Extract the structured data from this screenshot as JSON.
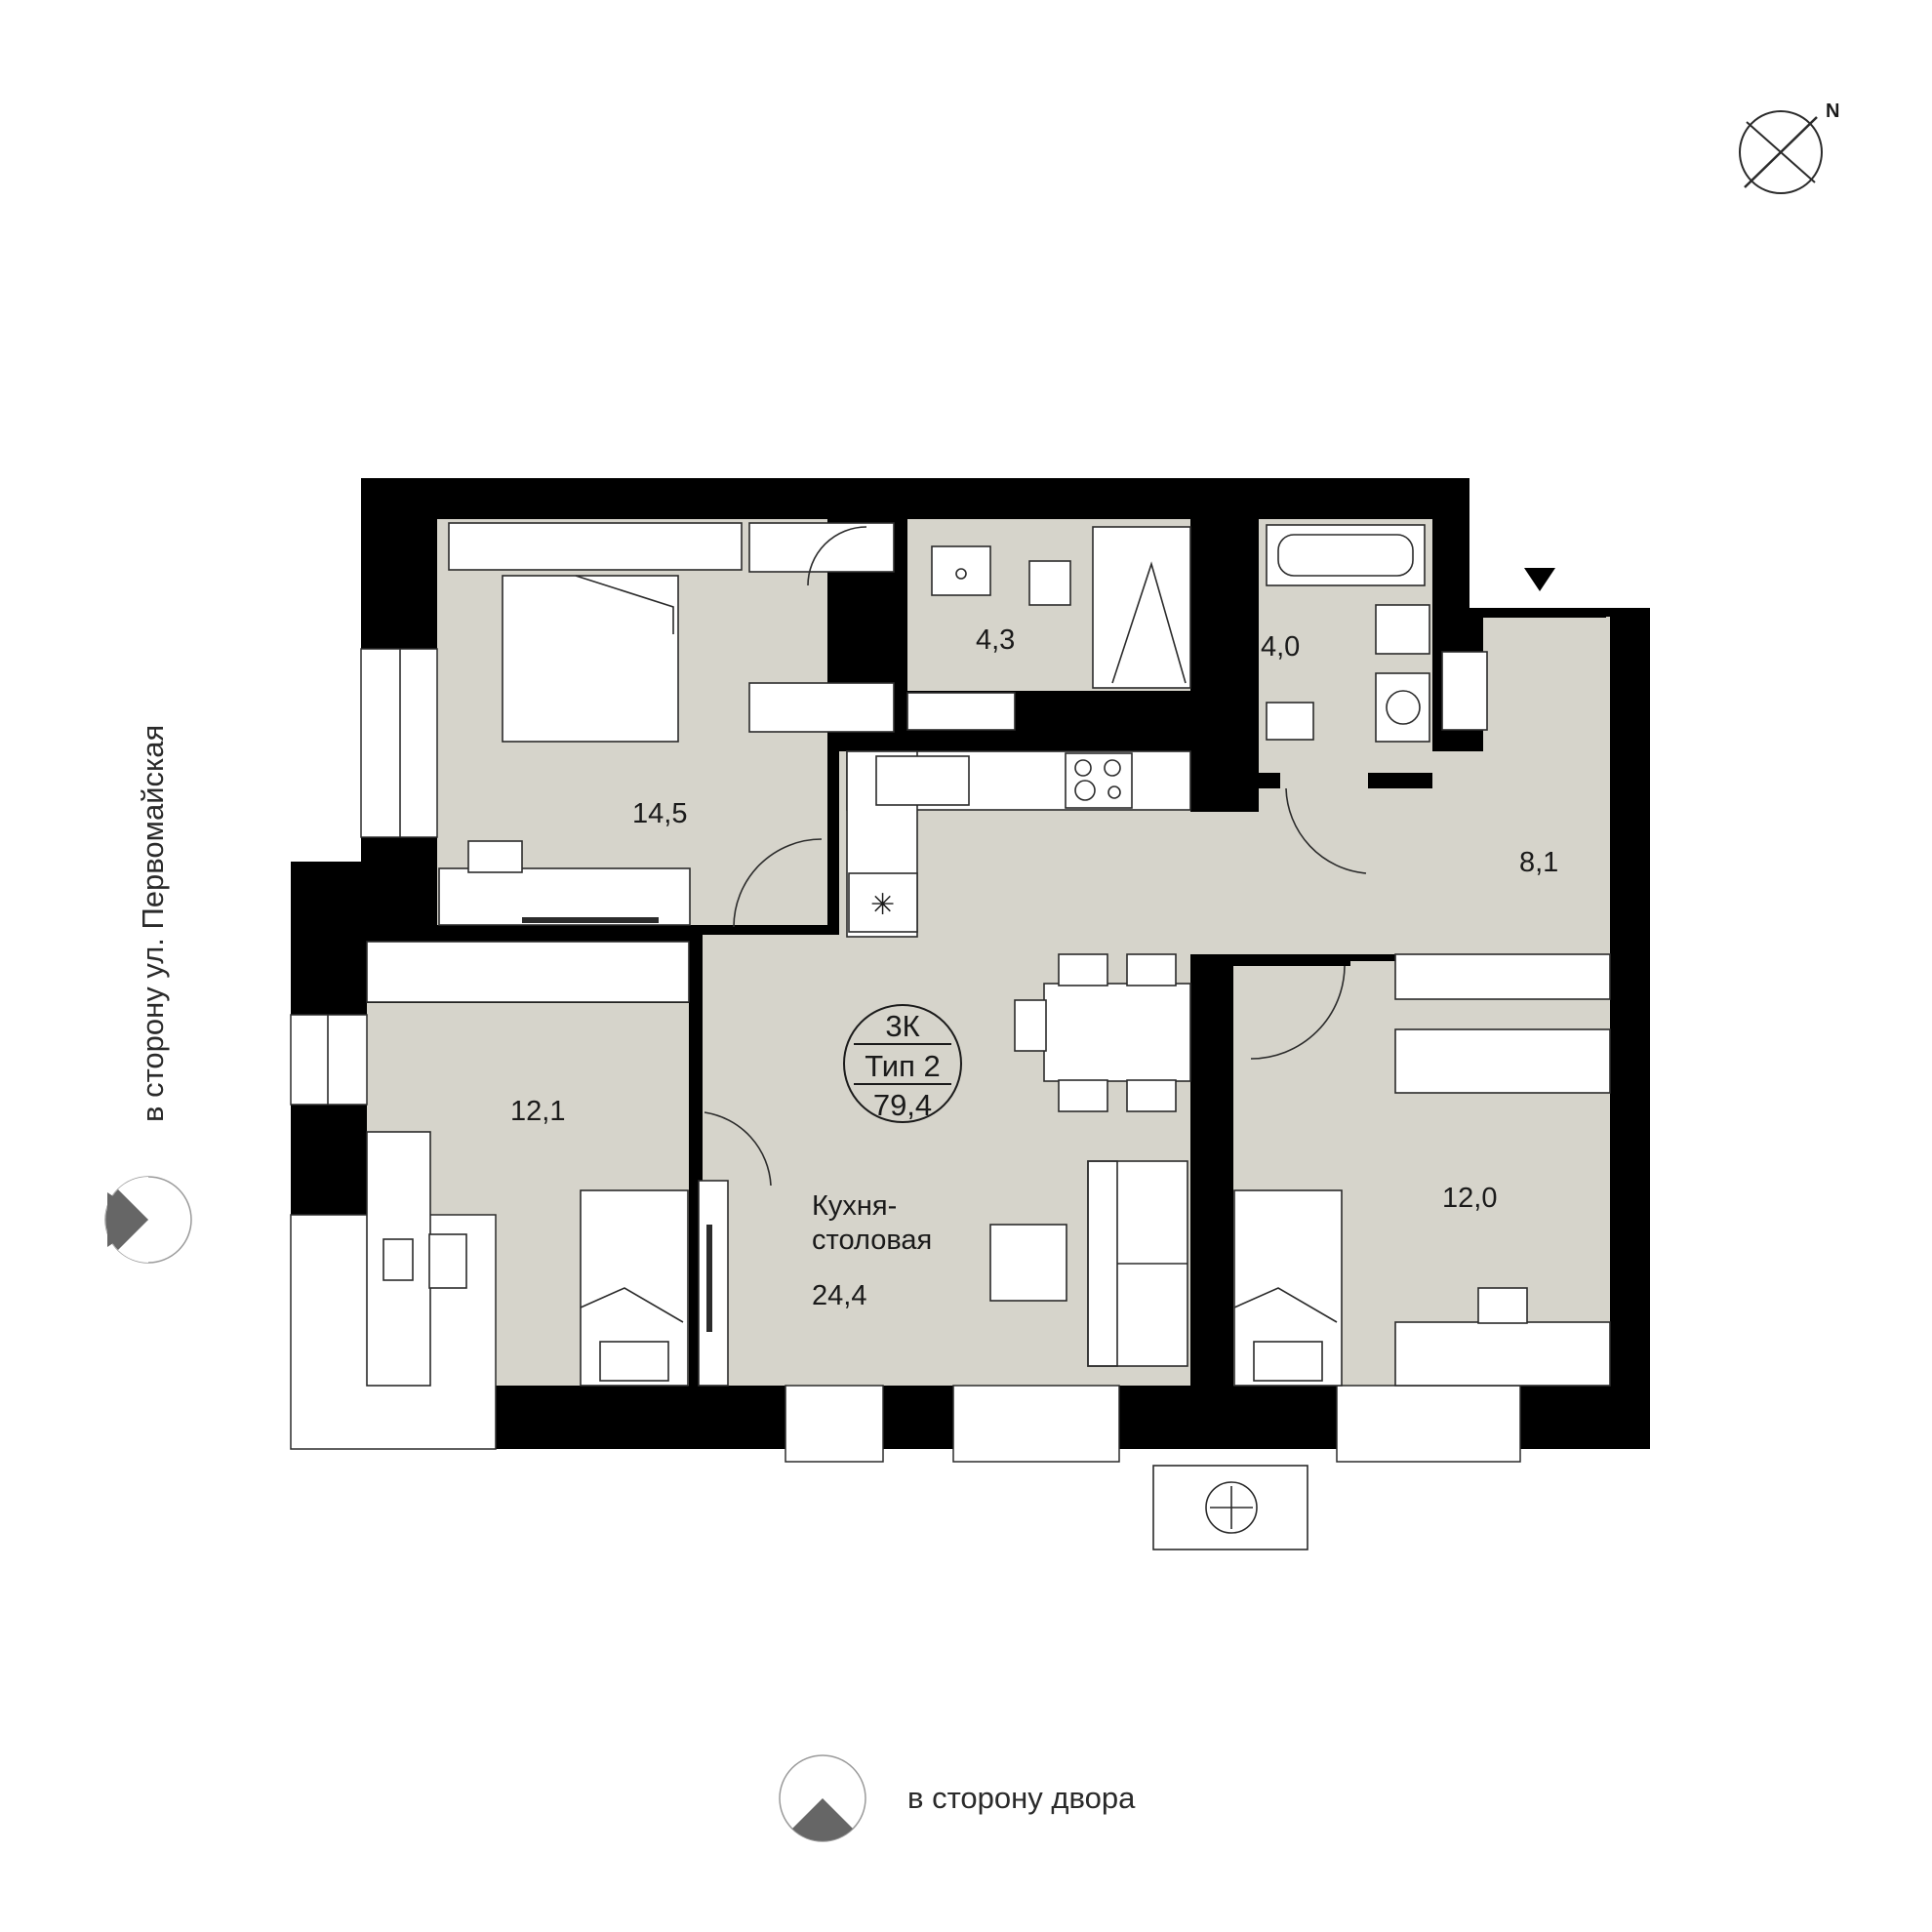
{
  "plan": {
    "apartment_type": "3К",
    "type_label": "Тип 2",
    "total_area": "79,4"
  },
  "rooms": {
    "bedroom_top": {
      "area": "14,5"
    },
    "bathroom_1": {
      "area": "4,3"
    },
    "bathroom_2": {
      "area": "4,0"
    },
    "hallway": {
      "area": "8,1"
    },
    "bedroom_left": {
      "area": "12,1"
    },
    "kitchen": {
      "name_line1": "Кухня-",
      "name_line2": "столовая",
      "area": "24,4"
    },
    "bedroom_right": {
      "area": "12,0"
    }
  },
  "orientation": {
    "compass_label": "N",
    "street_side_label": "в сторону ул. Первомайская",
    "yard_side_label": "в сторону двора"
  },
  "colors": {
    "wall": "#000000",
    "floor": "#d6d4cb",
    "furniture": "#ffffff",
    "indicator": "#666666"
  }
}
